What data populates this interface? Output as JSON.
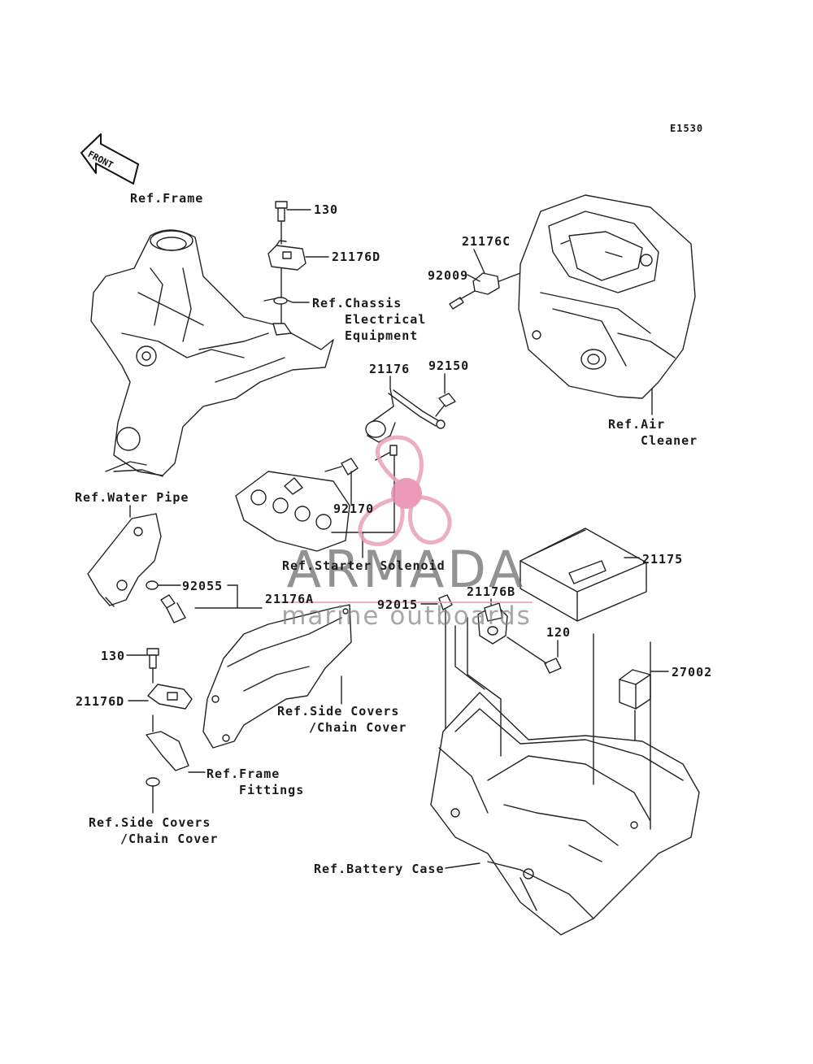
{
  "diagram": {
    "code": "E1530",
    "front_label": "FRONT",
    "labels": {
      "ref_frame": "Ref.Frame",
      "p130_top": "130",
      "p21176D_top": "21176D",
      "ref_chassis_1": "Ref.Chassis",
      "ref_chassis_2": "Electrical",
      "ref_chassis_3": "Equipment",
      "p21176C": "21176C",
      "p92009": "92009",
      "p21176": "21176",
      "p92150": "92150",
      "ref_air_1": "Ref.Air",
      "ref_air_2": "Cleaner",
      "ref_water_pipe": "Ref.Water Pipe",
      "p92170": "92170",
      "ref_starter": "Ref.Starter Solenoid",
      "p21175": "21175",
      "p92055": "92055",
      "p21176A": "21176A",
      "p92015": "92015",
      "p21176B": "21176B",
      "p120": "120",
      "p130_left": "130",
      "p27002": "27002",
      "p21176D_left": "21176D",
      "ref_side_1_1": "Ref.Side Covers",
      "ref_side_1_2": "/Chain Cover",
      "ref_fittings_1": "Ref.Frame",
      "ref_fittings_2": "Fittings",
      "ref_side_2_1": "Ref.Side Covers",
      "ref_side_2_2": "/Chain Cover",
      "ref_battery": "Ref.Battery Case"
    }
  },
  "watermark": {
    "title": "ARMADA",
    "subtitle": "marine outboards",
    "logo_color": "#e8a0b8",
    "logo_hub_color": "#e889ad"
  }
}
